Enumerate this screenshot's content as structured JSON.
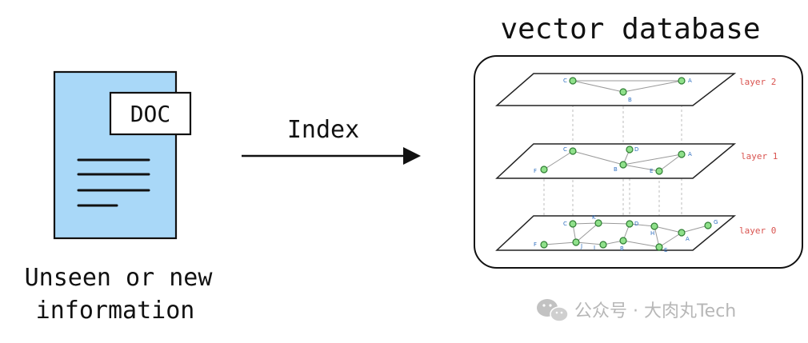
{
  "document": {
    "doc_label": "DOC",
    "caption_line1": "Unseen or new",
    "caption_line2": "information",
    "fill_color": "#a9d8f8"
  },
  "arrow": {
    "label": "Index"
  },
  "database": {
    "title": "vector database",
    "layers": [
      {
        "label": "layer 2",
        "nodes": [
          "C",
          "B",
          "A"
        ],
        "edges": [
          [
            "C",
            "B"
          ],
          [
            "B",
            "A"
          ],
          [
            "C",
            "A"
          ]
        ]
      },
      {
        "label": "layer 1",
        "nodes": [
          "C",
          "D",
          "A",
          "F",
          "B",
          "E"
        ],
        "edges": [
          [
            "F",
            "C"
          ],
          [
            "C",
            "B"
          ],
          [
            "B",
            "D"
          ],
          [
            "B",
            "A"
          ],
          [
            "B",
            "E"
          ],
          [
            "E",
            "A"
          ]
        ]
      },
      {
        "label": "layer 0",
        "nodes": [
          "C",
          "K",
          "D",
          "G",
          "H",
          "A",
          "F",
          "J",
          "I",
          "B",
          "E"
        ],
        "edges": [
          [
            "F",
            "J"
          ],
          [
            "J",
            "I"
          ],
          [
            "I",
            "B"
          ],
          [
            "B",
            "E"
          ],
          [
            "E",
            "A"
          ],
          [
            "A",
            "G"
          ],
          [
            "C",
            "K"
          ],
          [
            "K",
            "D"
          ],
          [
            "D",
            "H"
          ],
          [
            "H",
            "A"
          ],
          [
            "J",
            "K"
          ],
          [
            "B",
            "D"
          ],
          [
            "C",
            "J"
          ],
          [
            "H",
            "E"
          ]
        ]
      }
    ]
  },
  "watermark": {
    "text": "公众号 · 大肉丸Tech",
    "icon": "wechat-icon"
  }
}
